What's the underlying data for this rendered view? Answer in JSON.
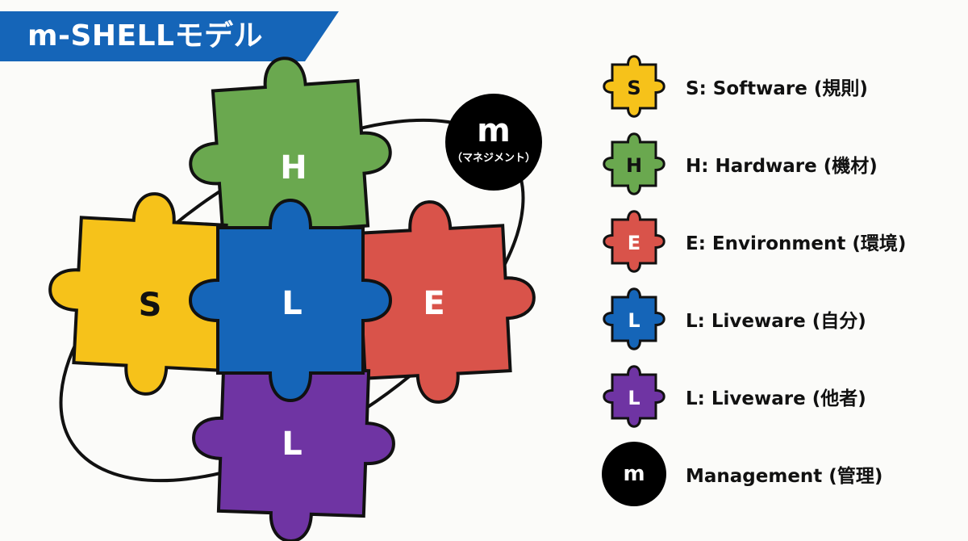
{
  "title": "m-SHELLモデル",
  "diagram": {
    "pieces": [
      {
        "id": "hardware",
        "letter": "H",
        "color": "#6aa84f"
      },
      {
        "id": "software",
        "letter": "S",
        "color": "#f6c21a"
      },
      {
        "id": "liveware-self",
        "letter": "L",
        "color": "#1565b8"
      },
      {
        "id": "environment",
        "letter": "E",
        "color": "#d9534a"
      },
      {
        "id": "liveware-others",
        "letter": "L",
        "color": "#6f34a3"
      }
    ],
    "management": {
      "letter": "m",
      "label": "（マネジメント）",
      "color": "#000000"
    }
  },
  "legend": [
    {
      "letter": "S",
      "color": "#f6c21a",
      "text_color": "#111111",
      "label": "S: Software (規則)"
    },
    {
      "letter": "H",
      "color": "#6aa84f",
      "text_color": "#111111",
      "label": "H: Hardware (機材)"
    },
    {
      "letter": "E",
      "color": "#d9534a",
      "text_color": "#ffffff",
      "label": "E: Environment (環境)"
    },
    {
      "letter": "L",
      "color": "#1565b8",
      "text_color": "#ffffff",
      "label": "L: Liveware (自分)"
    },
    {
      "letter": "L",
      "color": "#6f34a3",
      "text_color": "#ffffff",
      "label": "L: Liveware (他者)"
    },
    {
      "letter": "m",
      "color": "#000000",
      "text_color": "#ffffff",
      "label": "Management (管理)"
    }
  ],
  "colors": {
    "banner": "#1565b8"
  }
}
